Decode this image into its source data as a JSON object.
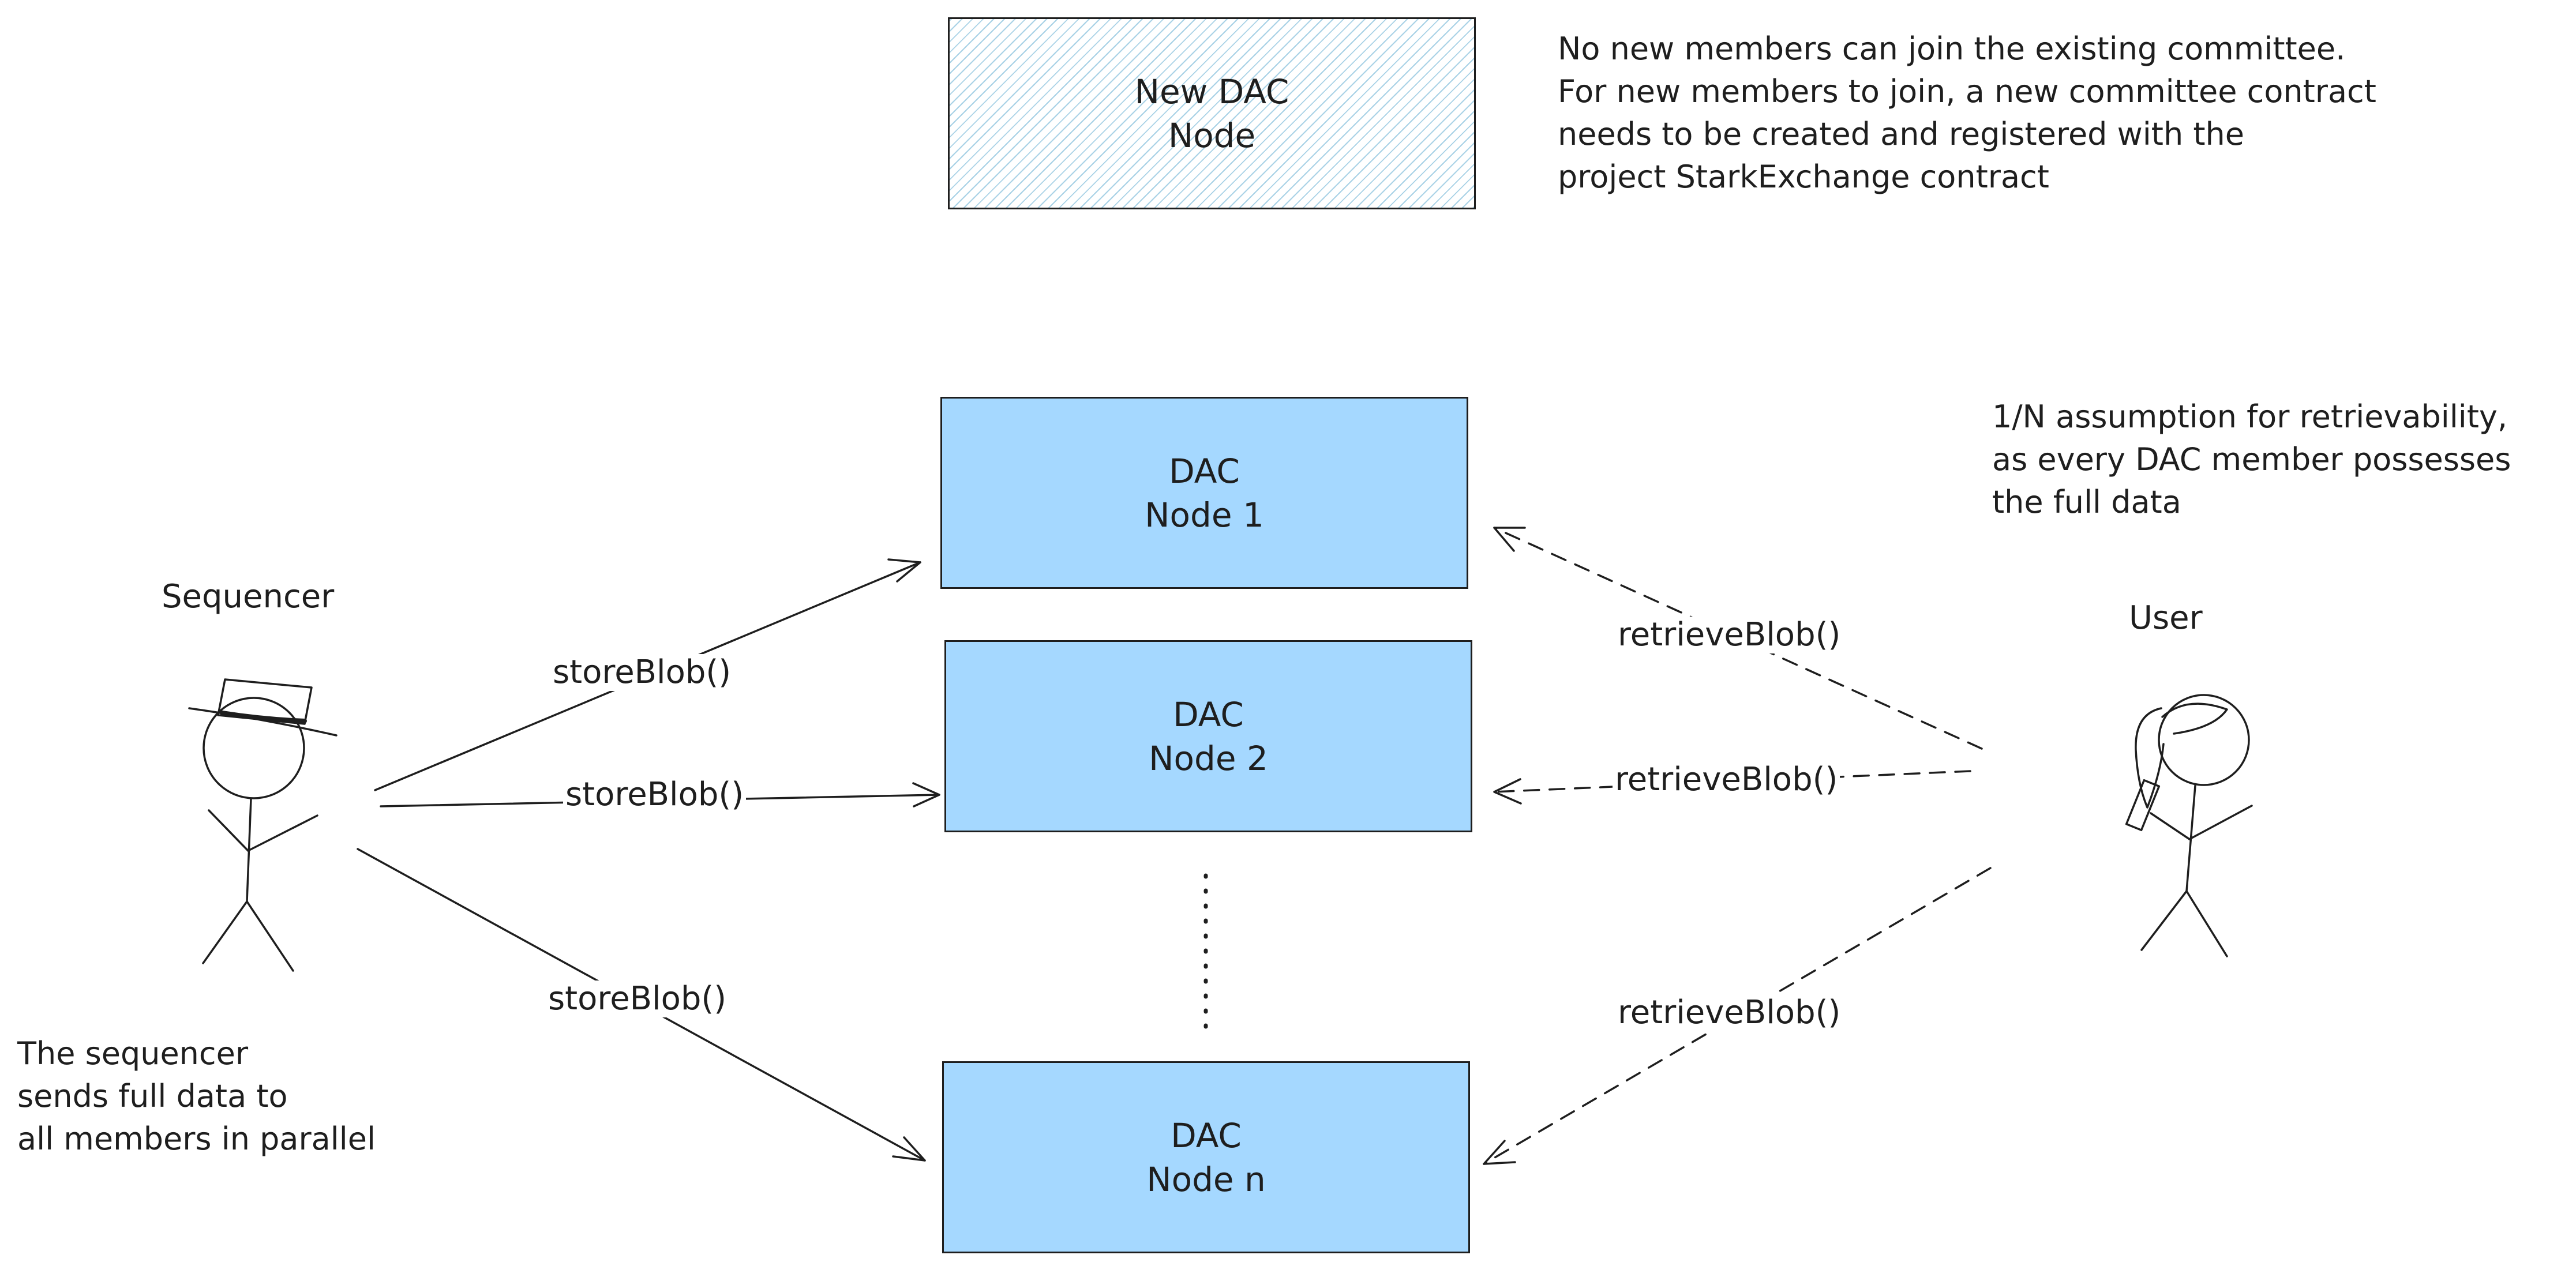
{
  "new_dac_node": {
    "line1": "New DAC",
    "line2": "Node"
  },
  "committee_note": [
    "No new members can join the existing committee.",
    "For new members to join, a new committee contract",
    "needs to be created and registered with the",
    "project StarkExchange contract"
  ],
  "retrievability_note": [
    "1/N assumption for retrievability,",
    "as every DAC member possesses",
    "the full data"
  ],
  "nodes": [
    {
      "line1": "DAC",
      "line2": "Node 1"
    },
    {
      "line1": "DAC",
      "line2": "Node 2"
    },
    {
      "line1": "DAC",
      "line2": "Node n"
    }
  ],
  "sequencer": {
    "label": "Sequencer"
  },
  "sequencer_note": [
    "The sequencer",
    "sends full data to",
    "all members in parallel"
  ],
  "user": {
    "label": "User"
  },
  "edges": {
    "store_1": "storeBlob()",
    "store_2": "storeBlob()",
    "store_n": "storeBlob()",
    "retrieve_1": "retrieveBlob()",
    "retrieve_2": "retrieveBlob()",
    "retrieve_n": "retrieveBlob()"
  },
  "colors": {
    "node_fill": "#a5d8ff",
    "stroke": "#1e1e1e",
    "hatch": "#a9d2e6"
  }
}
